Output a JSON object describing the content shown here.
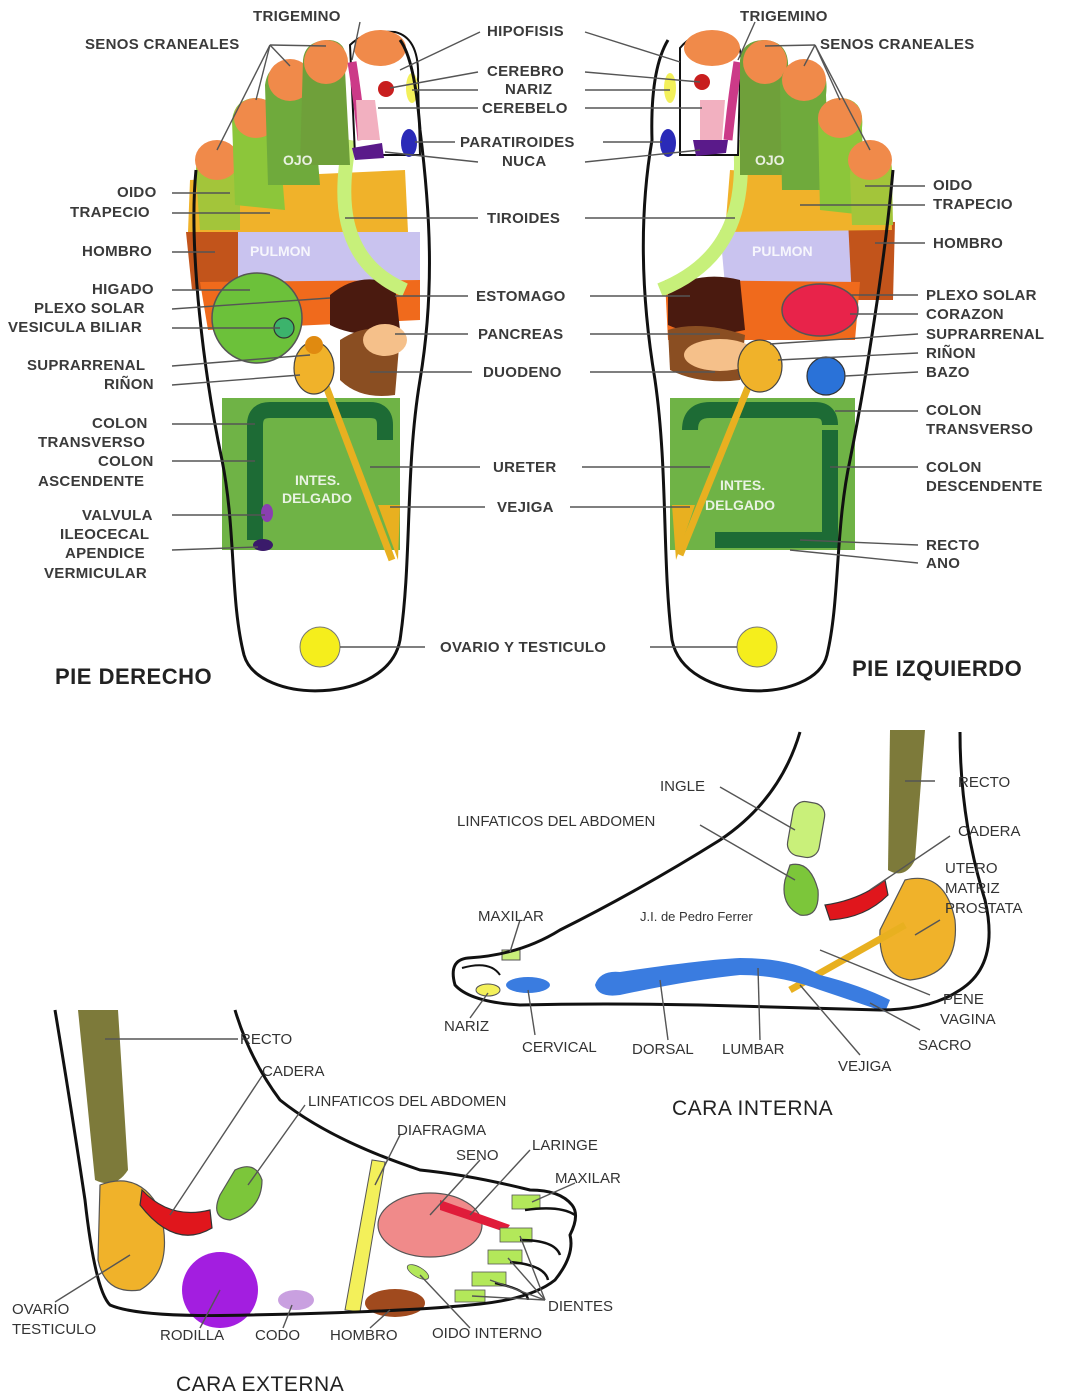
{
  "feet": {
    "right_title": "PIE DERECHO",
    "left_title": "PIE IZQUIERDO",
    "center_labels": {
      "hipofisis": "HIPOFISIS",
      "cerebro": "CEREBRO",
      "nariz": "NARIZ",
      "cerebelo": "CEREBELO",
      "paratiroides": "PARATIROIDES",
      "nuca": "NUCA",
      "tiroides": "TIROIDES",
      "estomago": "ESTOMAGO",
      "pancreas": "PANCREAS",
      "duodeno": "DUODENO",
      "ureter": "URETER",
      "vejiga": "VEJIGA",
      "ovario": "OVARIO Y TESTICULO"
    },
    "right_labels": {
      "trigemino": "TRIGEMINO",
      "senos": "SENOS CRANEALES",
      "oido": "OIDO",
      "trapecio": "TRAPECIO",
      "hombro": "HOMBRO",
      "higado": "HIGADO",
      "plexo": "PLEXO SOLAR",
      "vesicula": "VESICULA BILIAR",
      "suprarrenal": "SUPRARRENAL",
      "rinon": "RIÑON",
      "colon1": "COLON",
      "transverso": "TRANSVERSO",
      "colon2": "COLON",
      "ascendente": "ASCENDENTE",
      "valvula": "VALVULA",
      "ileocecal": "ILEOCECAL",
      "apendice": "APENDICE",
      "vermicular": "VERMICULAR"
    },
    "left_labels": {
      "trigemino": "TRIGEMINO",
      "senos": "SENOS CRANEALES",
      "oido": "OIDO",
      "trapecio": "TRAPECIO",
      "hombro": "HOMBRO",
      "plexo": "PLEXO SOLAR",
      "corazon": "CORAZON",
      "suprarrenal": "SUPRARRENAL",
      "rinon": "RIÑON",
      "bazo": "BAZO",
      "colon1": "COLON",
      "transverso": "TRANSVERSO",
      "colon2": "COLON",
      "descendente": "DESCENDENTE",
      "recto": "RECTO",
      "ano": "ANO"
    },
    "zones": {
      "ojo": "OJO",
      "pulmon": "PULMON",
      "intes": "INTES.",
      "delgado": "DELGADO"
    }
  },
  "interna": {
    "title": "CARA INTERNA",
    "credit": "J.I. de Pedro Ferrer",
    "labels": {
      "recto": "RECTO",
      "ingle": "INGLE",
      "linfaticos": "LINFATICOS DEL ABDOMEN",
      "cadera": "CADERA",
      "utero": "UTERO",
      "matriz": "MATRIZ",
      "prostata": "PROSTATA",
      "maxilar": "MAXILAR",
      "nariz": "NARIZ",
      "cervical": "CERVICAL",
      "dorsal": "DORSAL",
      "lumbar": "LUMBAR",
      "vejiga": "VEJIGA",
      "sacro": "SACRO",
      "pene": "PENE",
      "vagina": "VAGINA"
    }
  },
  "externa": {
    "title": "CARA EXTERNA",
    "labels": {
      "recto": "RECTO",
      "cadera": "CADERA",
      "linfaticos": "LINFATICOS DEL ABDOMEN",
      "diafragma": "DIAFRAGMA",
      "laringe": "LARINGE",
      "seno": "SENO",
      "maxilar": "MAXILAR",
      "dientes": "DIENTES",
      "ovario": "OVARIO",
      "testiculo": "TESTICULO",
      "rodilla": "RODILLA",
      "codo": "CODO",
      "hombro": "HOMBRO",
      "oido": "OIDO INTERNO"
    }
  }
}
